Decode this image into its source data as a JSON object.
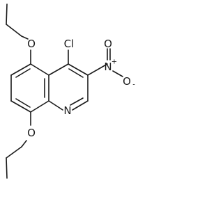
{
  "molecule": {
    "atom_labels": {
      "oxygen_top": "O",
      "chlorine": "Cl",
      "nitro_nitrogen": "N",
      "nitro_plus": "+",
      "nitro_oxygen_top": "O",
      "nitro_oxygen_right": "O",
      "nitro_minus": "-",
      "ring_nitrogen": "N",
      "oxygen_bottom": "O"
    }
  }
}
